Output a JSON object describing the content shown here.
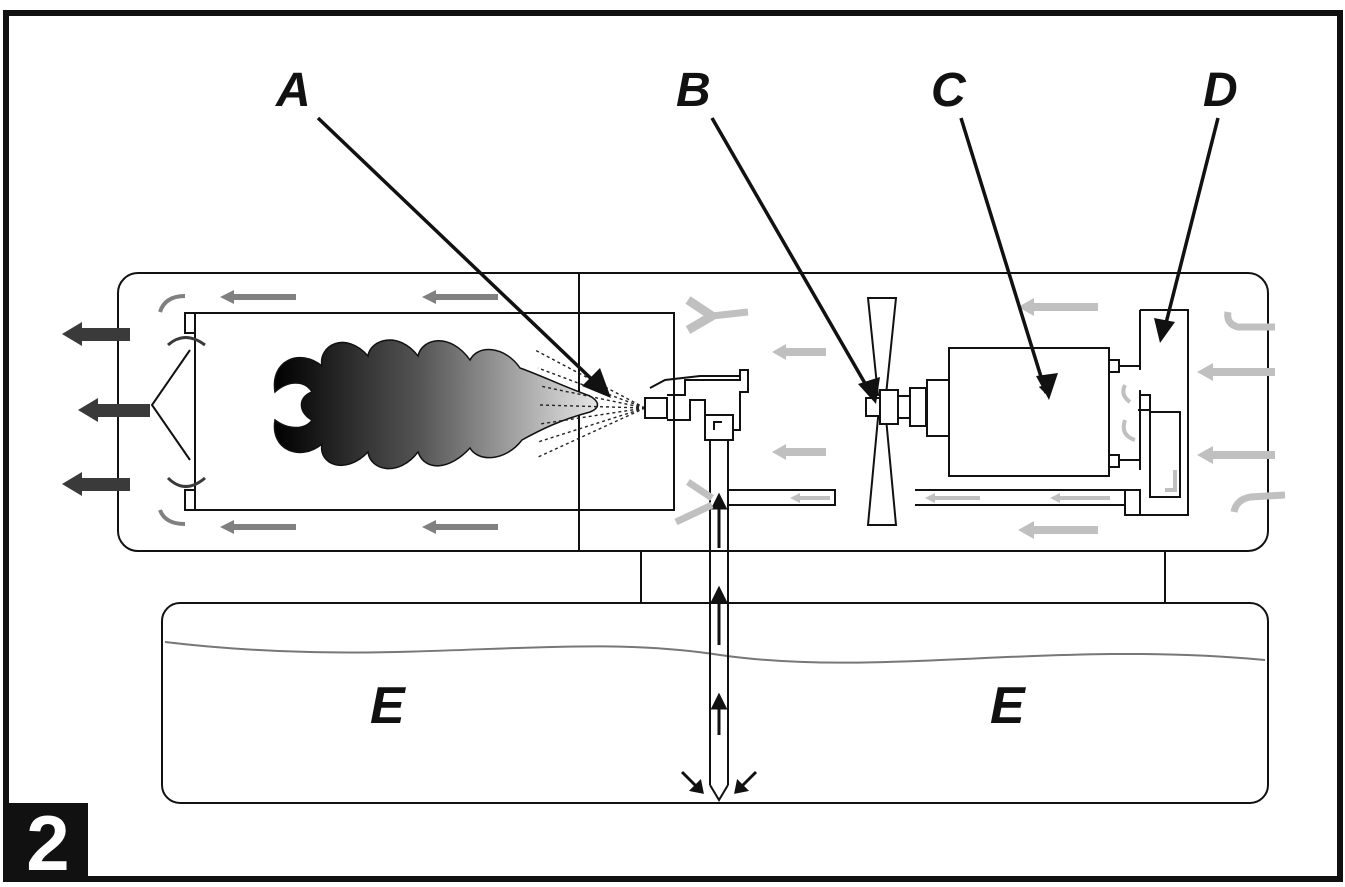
{
  "figure": {
    "number": "2",
    "callouts": {
      "a": "A",
      "b": "B",
      "c": "C",
      "d": "D",
      "e": "E"
    },
    "colors": {
      "line": "#111111",
      "arrow_dark": "#3a3a3a",
      "arrow_mid": "#808080",
      "arrow_light": "#c0c0c0",
      "badge": "#111111"
    }
  }
}
